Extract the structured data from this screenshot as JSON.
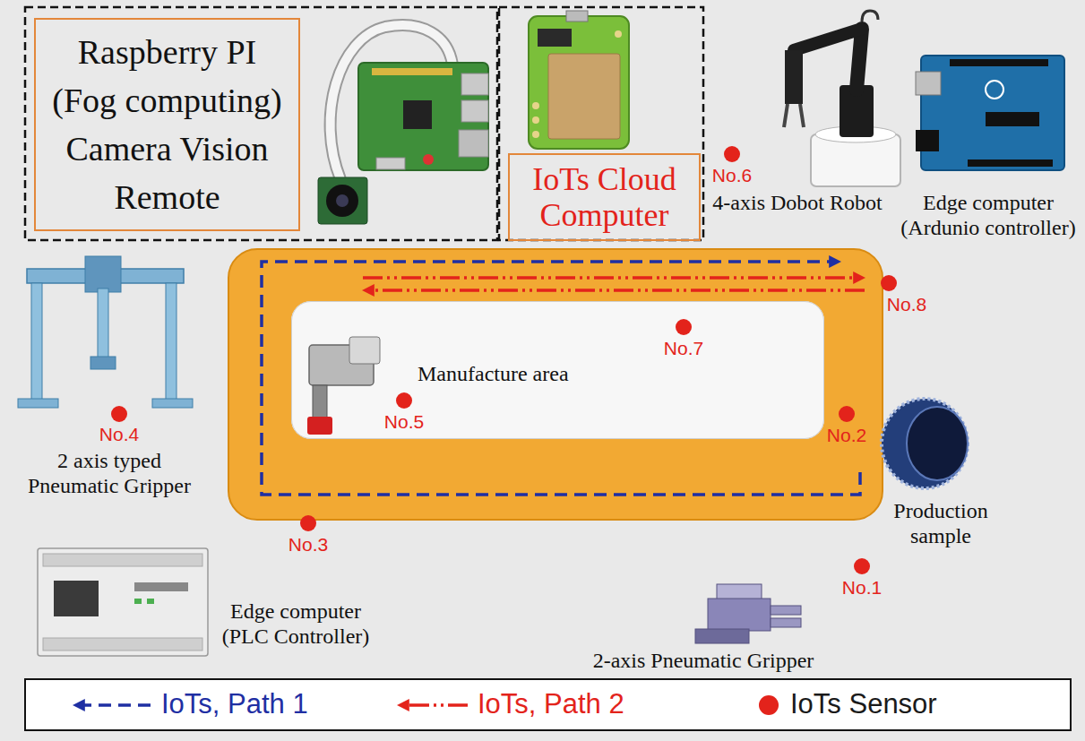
{
  "diagram": {
    "nodes": [
      {
        "text": [
          "Raspberry PI (Fog computing) Camera Vision Remote"
        ]
      },
      {
        "text": [
          "IoTs Cloud Computer"
        ]
      },
      {
        "text": [
          "Manufacture area"
        ]
      }
    ],
    "labels": [
      "4-axis Dobot Robot",
      "Edge computer (Ardunio controller)",
      "No.6",
      "No.8",
      "No.7",
      "No.4",
      "No.5",
      "No.2",
      "2 axis typed Pneumatic Gripper",
      "No.3",
      "Production sample",
      "No.1",
      "Edge computer (PLC Controller)",
      "2-axis Pneumatic Gripper"
    ],
    "legend": [
      {
        "text": "IoTs, Path 1"
      },
      {
        "text": "IoTs, Path 2"
      },
      {
        "text": "IoTs Sensor"
      }
    ]
  }
}
